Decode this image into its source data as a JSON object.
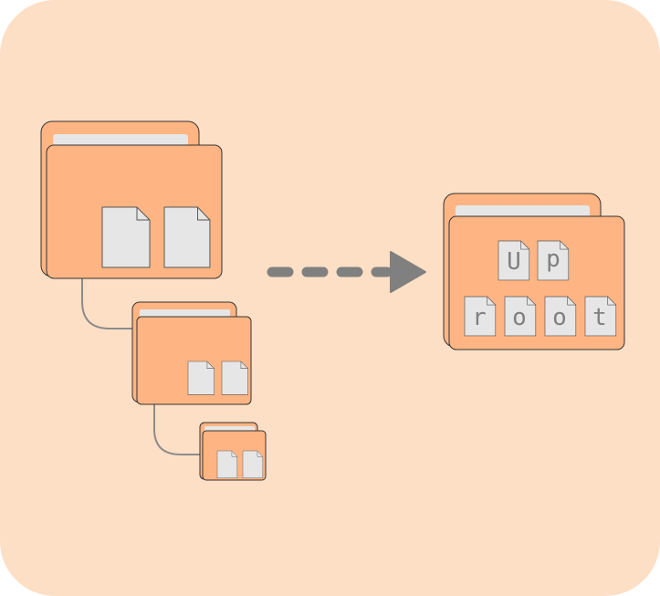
{
  "colors": {
    "background": "#fddfc5",
    "folder_fill": "#ffb583",
    "folder_stroke": "#333333",
    "tab_strip": "#e6e6e6",
    "file_fill": "#e6e6e6",
    "connector": "#8c8c8c",
    "arrow": "#808080"
  },
  "icons": {
    "source_folder": "folder-icon",
    "file": "file-icon",
    "arrow": "dashed-arrow-right-icon"
  },
  "result": {
    "top_row": [
      "U",
      "p"
    ],
    "bottom_row": [
      "r",
      "o",
      "o",
      "t"
    ]
  }
}
